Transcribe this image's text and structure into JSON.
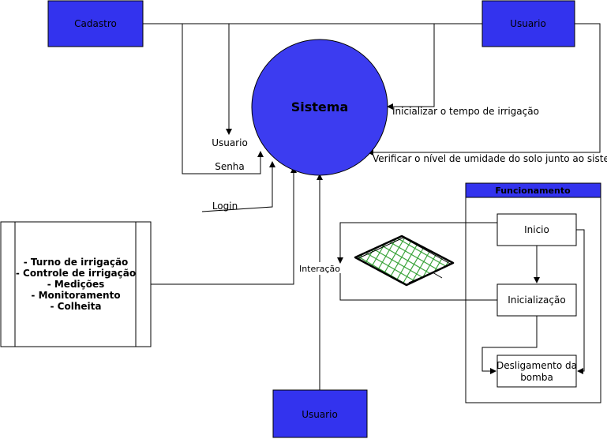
{
  "entities": {
    "cadastro": "Cadastro",
    "usuario_top": "Usuario",
    "usuario_bottom": "Usuario"
  },
  "process": {
    "label": "Sistema"
  },
  "flows": {
    "usuario": "Usuario",
    "senha": "Senha",
    "login": "Login",
    "inicializar": "Inicializar o tempo de irrigação",
    "verificar": "Verificar o nível de umidade do solo junto ao sistema",
    "interacao": "Interação"
  },
  "datastore": {
    "lines": [
      "- Turno de irrigação",
      "- Controle de irrigação",
      "- Medições",
      "- Monitoramento",
      "- Colheita"
    ]
  },
  "funcionamento": {
    "title": "Funcionamento",
    "inicio": "Inicio",
    "inicializacao": "Inicialização",
    "desligamento_line1": "Desligamento da",
    "desligamento_line2": "bomba"
  },
  "colors": {
    "entity_fill": "#3333ee",
    "process_fill": "#3c3cf0",
    "header_fill": "#3333ee",
    "hatch_green": "#2e9e2e"
  }
}
